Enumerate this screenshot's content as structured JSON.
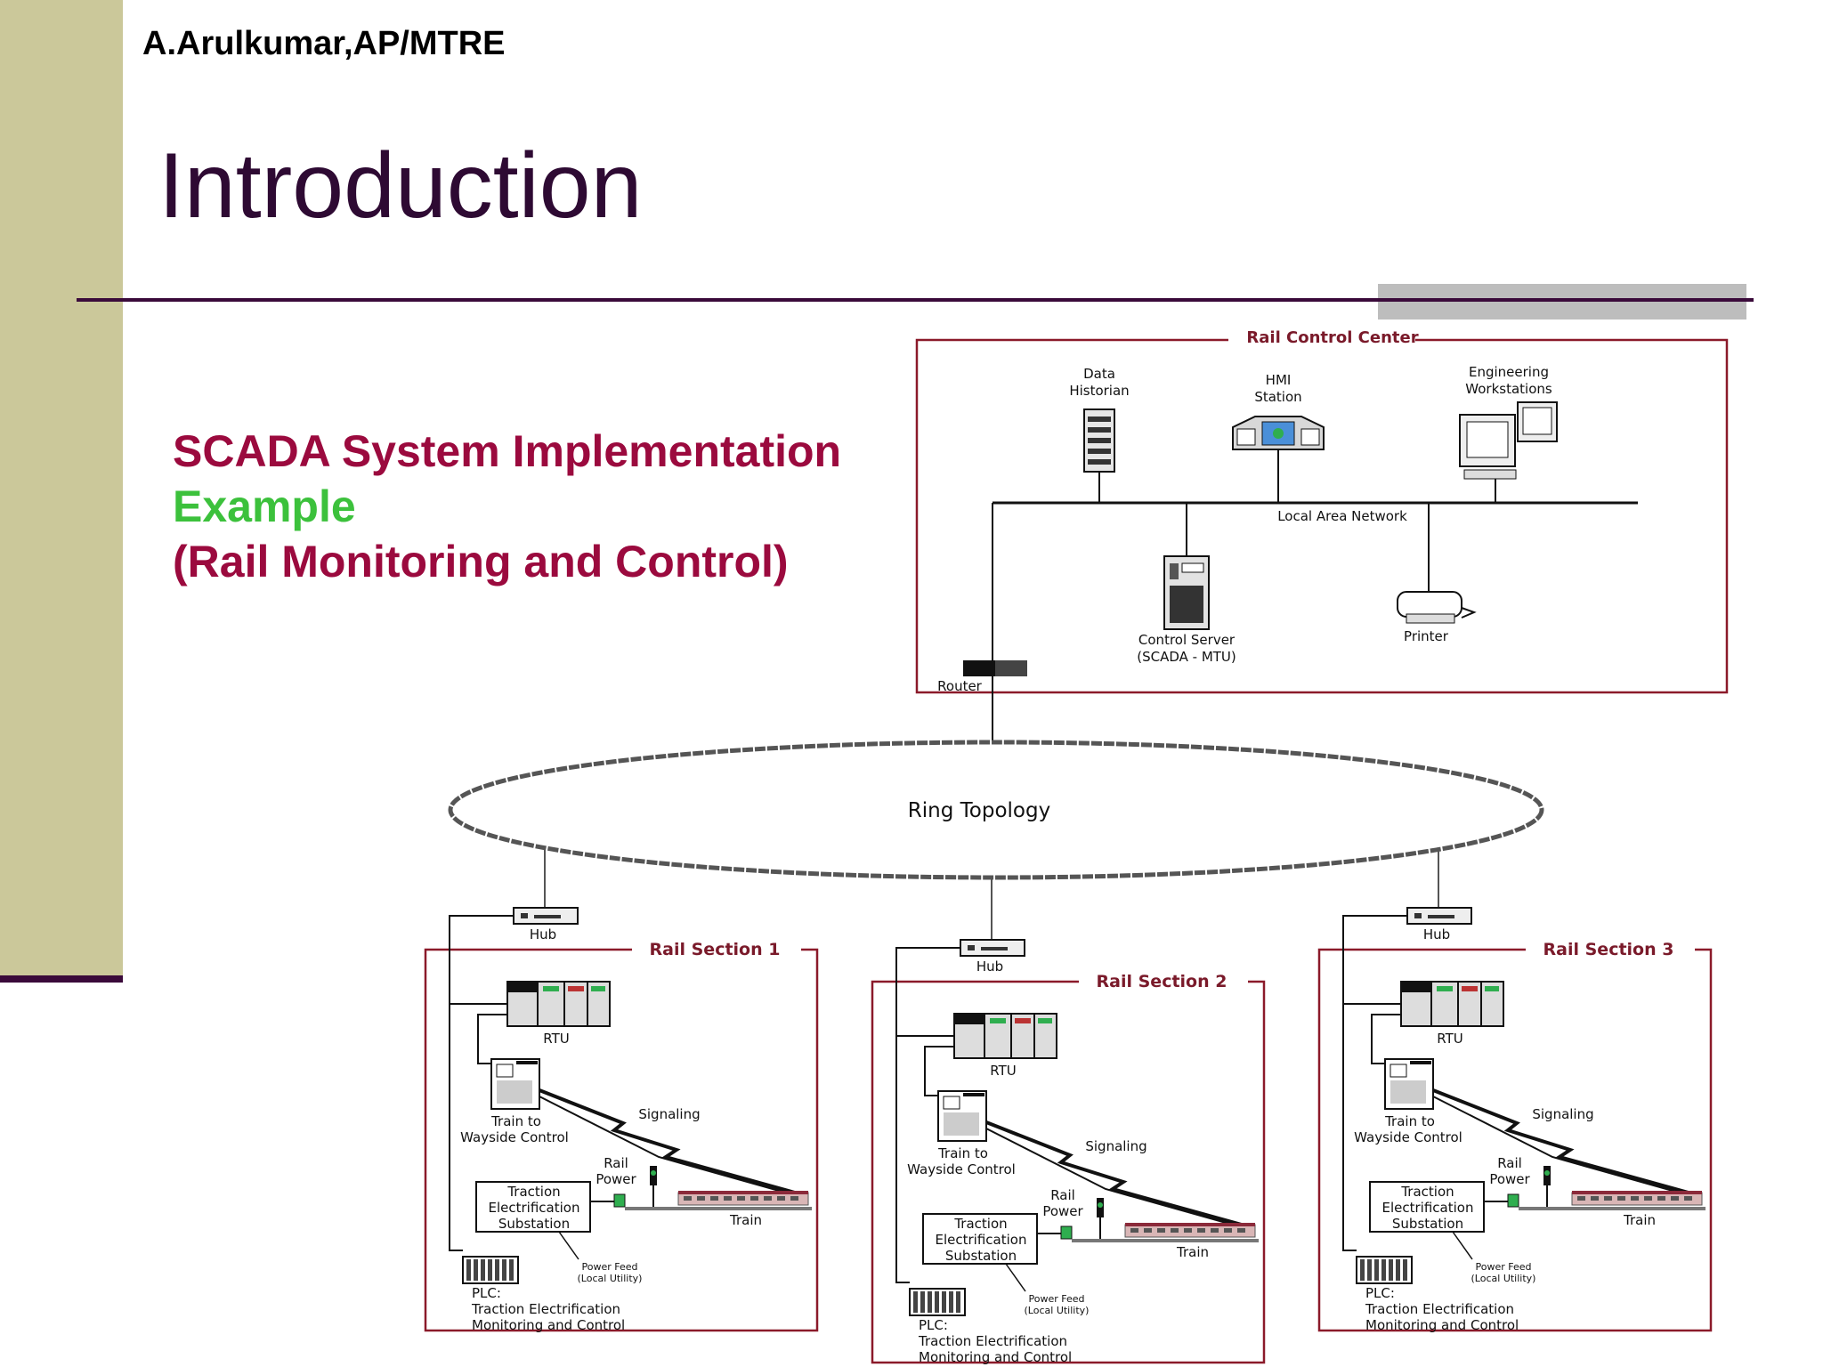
{
  "author": "A.Arulkumar,AP/MTRE",
  "title": "Introduction",
  "subtitle": {
    "line1": "SCADA System Implementation",
    "line2": "Example",
    "line3": "(Rail Monitoring and Control)"
  },
  "colors": {
    "sidebar": "#cbc89a",
    "title": "#2e0a33",
    "subtitle_red": "#9b0a3e",
    "subtitle_green": "#3cc13c",
    "frame": "#8b1a2a"
  },
  "diagram": {
    "control_center": {
      "title": "Rail Control Center",
      "data_historian": [
        "Data",
        "Historian"
      ],
      "hmi_station": [
        "HMI",
        "Station"
      ],
      "engineering": [
        "Engineering",
        "Workstations"
      ],
      "lan": "Local Area Network",
      "control_server": [
        "Control Server",
        "(SCADA - MTU)"
      ],
      "printer": "Printer",
      "router": "Router"
    },
    "ring": "Ring Topology",
    "sections": [
      {
        "title": "Rail Section 1",
        "hub": "Hub",
        "rtu": "RTU",
        "train_wayside": [
          "Train to",
          "Wayside Control"
        ],
        "signaling": "Signaling",
        "rail_power": [
          "Rail",
          "Power"
        ],
        "traction": [
          "Traction",
          "Electrification",
          "Substation"
        ],
        "train": "Train",
        "power_feed": [
          "Power Feed",
          "(Local Utility)"
        ],
        "plc": [
          "PLC:",
          "Traction Electrification",
          "Monitoring and Control"
        ]
      },
      {
        "title": "Rail Section 2",
        "hub": "Hub",
        "rtu": "RTU",
        "train_wayside": [
          "Train to",
          "Wayside Control"
        ],
        "signaling": "Signaling",
        "rail_power": [
          "Rail",
          "Power"
        ],
        "traction": [
          "Traction",
          "Electrification",
          "Substation"
        ],
        "train": "Train",
        "power_feed": [
          "Power Feed",
          "(Local Utility)"
        ],
        "plc": [
          "PLC:",
          "Traction Electrification",
          "Monitoring and Control"
        ]
      },
      {
        "title": "Rail Section 3",
        "hub": "Hub",
        "rtu": "RTU",
        "train_wayside": [
          "Train to",
          "Wayside Control"
        ],
        "signaling": "Signaling",
        "rail_power": [
          "Rail",
          "Power"
        ],
        "traction": [
          "Traction",
          "Electrification",
          "Substation"
        ],
        "train": "Train",
        "power_feed": [
          "Power Feed",
          "(Local Utility)"
        ],
        "plc": [
          "PLC:",
          "Traction Electrification",
          "Monitoring and Control"
        ]
      }
    ]
  }
}
